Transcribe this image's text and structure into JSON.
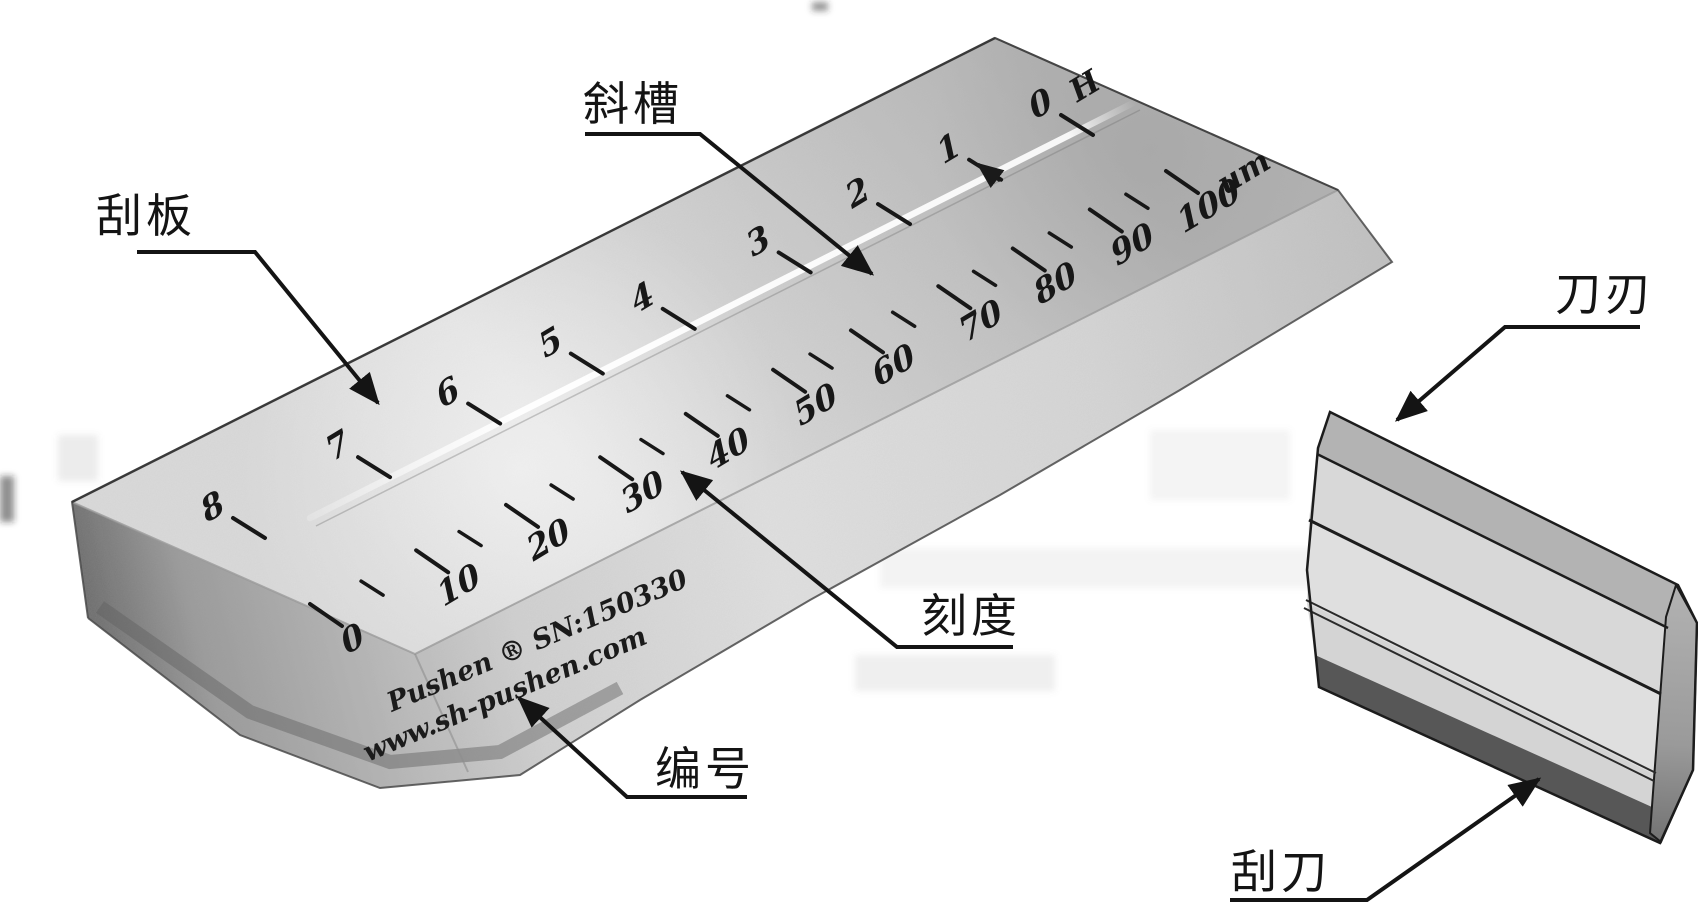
{
  "annotations": {
    "groove": "斜槽",
    "plate": "刮板",
    "scale": "刻度",
    "serial": "编号",
    "blade_edge": "刀刃",
    "scraper": "刮刀"
  },
  "gauge": {
    "h_scale": {
      "header": "H",
      "values": [
        "0",
        "1",
        "2",
        "3",
        "4",
        "5",
        "6",
        "7",
        "8"
      ]
    },
    "um_scale": {
      "header": "um",
      "values": [
        "0",
        "10",
        "20",
        "30",
        "40",
        "50",
        "60",
        "70",
        "80",
        "90",
        "100"
      ]
    },
    "brand": "Pushen ® SN:150330",
    "website": "www.sh-pushen.com"
  },
  "colors": {
    "ink": "#141414",
    "paper": "#ffffff",
    "metal_light": "#e6e6e6",
    "metal_mid": "#c9c9c9",
    "metal_dark": "#8a8a8a",
    "shadow_dark": "#575757",
    "groove_white": "#ffffff"
  }
}
